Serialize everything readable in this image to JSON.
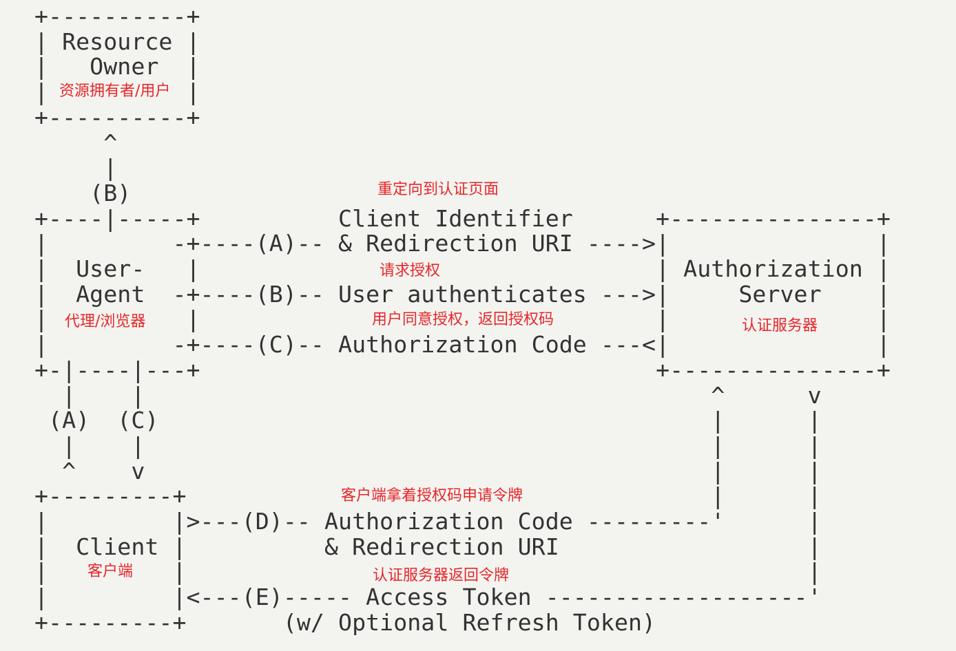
{
  "ascii_lines": [
    "+----------+",
    "| Resource |",
    "|   Owner  |",
    "|          |",
    "+----------+",
    "     ^",
    "     |",
    "    (B)",
    "+----|-----+          Client Identifier      +---------------+",
    "|         -+----(A)-- & Redirection URI ---->|               |",
    "|  User-   |                                 | Authorization |",
    "|  Agent  -+----(B)-- User authenticates --->|     Server    |",
    "|          |                                 |               |",
    "|         -+----(C)-- Authorization Code ---<|               |",
    "+-|----|---+                                 +---------------+",
    "  |    |                                         ^      v",
    " (A)  (C)                                        |      |",
    "  |    |                                         |      |",
    "  ^    v                                         |      |",
    "+---------+                                      |      |",
    "|         |>---(D)-- Authorization Code ---------'      |",
    "|  Client |          & Redirection URI                  |",
    "|         |                                             |",
    "|         |<---(E)----- Access Token -------------------'",
    "+---------+       (w/ Optional Refresh Token)"
  ],
  "annotations": {
    "resource_owner": "资源拥有者/用户",
    "redirect": "重定向到认证页面",
    "request_auth": "请求授权",
    "user_agent": "代理/浏览器",
    "agree": "用户同意授权，返回授权码",
    "auth_server": "认证服务器",
    "client_request_token": "客户端拿着授权码申请令牌",
    "client": "客户端",
    "server_return_token": "认证服务器返回令牌"
  }
}
